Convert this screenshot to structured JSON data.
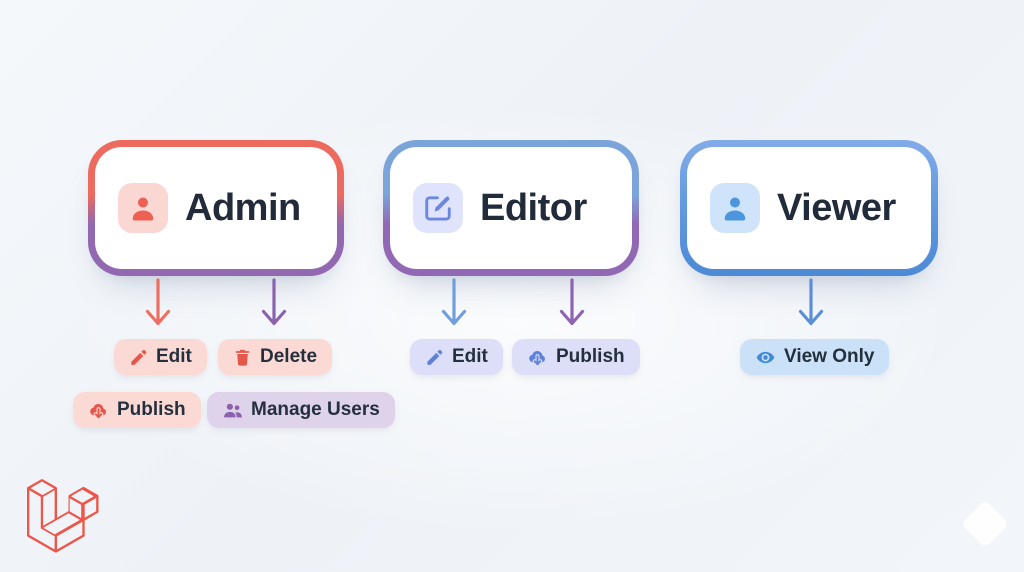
{
  "diagram": {
    "roles": [
      {
        "name": "Admin",
        "icon": "user",
        "border_top_color": "#ED6A5E",
        "border_bottom_color": "#9268B0",
        "icon_bg": "#FBD7D3",
        "icon_color": "#EC6055",
        "arrow_colors": [
          "#EE6F62",
          "#8A63AE"
        ],
        "permissions": [
          {
            "label": "Edit",
            "icon": "pencil",
            "bg": "#FBD9D5",
            "icon_color": "#E4574B"
          },
          {
            "label": "Delete",
            "icon": "trash",
            "bg": "#FBD9D5",
            "icon_color": "#E4574B"
          },
          {
            "label": "Publish",
            "icon": "cloud-arrow-down",
            "bg": "#FBD9D5",
            "icon_color": "#E4574B"
          },
          {
            "label": "Manage Users",
            "icon": "users",
            "bg": "#DED3EA",
            "icon_color": "#8B60AD"
          }
        ]
      },
      {
        "name": "Editor",
        "icon": "pencil-square",
        "border_top_color": "#7BA4DA",
        "border_bottom_color": "#9168B4",
        "icon_bg": "#DFE3FB",
        "icon_color": "#6E87DE",
        "arrow_colors": [
          "#6F9FDD",
          "#8E63B3"
        ],
        "permissions": [
          {
            "label": "Edit",
            "icon": "pencil",
            "bg": "#DCDFF7",
            "icon_color": "#5F82D8"
          },
          {
            "label": "Publish",
            "icon": "cloud-arrow-down",
            "bg": "#DCDFF7",
            "icon_color": "#5F82D8"
          }
        ]
      },
      {
        "name": "Viewer",
        "icon": "user",
        "border_top_color": "#82ABE8",
        "border_bottom_color": "#4C8AD6",
        "icon_bg": "#CFE4FA",
        "icon_color": "#4B96DC",
        "arrow_colors": [
          "#5B8FD8"
        ],
        "permissions": [
          {
            "label": "View Only",
            "icon": "eye",
            "bg": "#CBE1F8",
            "icon_color": "#3F8BD8"
          }
        ]
      }
    ],
    "branding": {
      "logo": "laravel",
      "logo_color": "#EE5448"
    }
  }
}
